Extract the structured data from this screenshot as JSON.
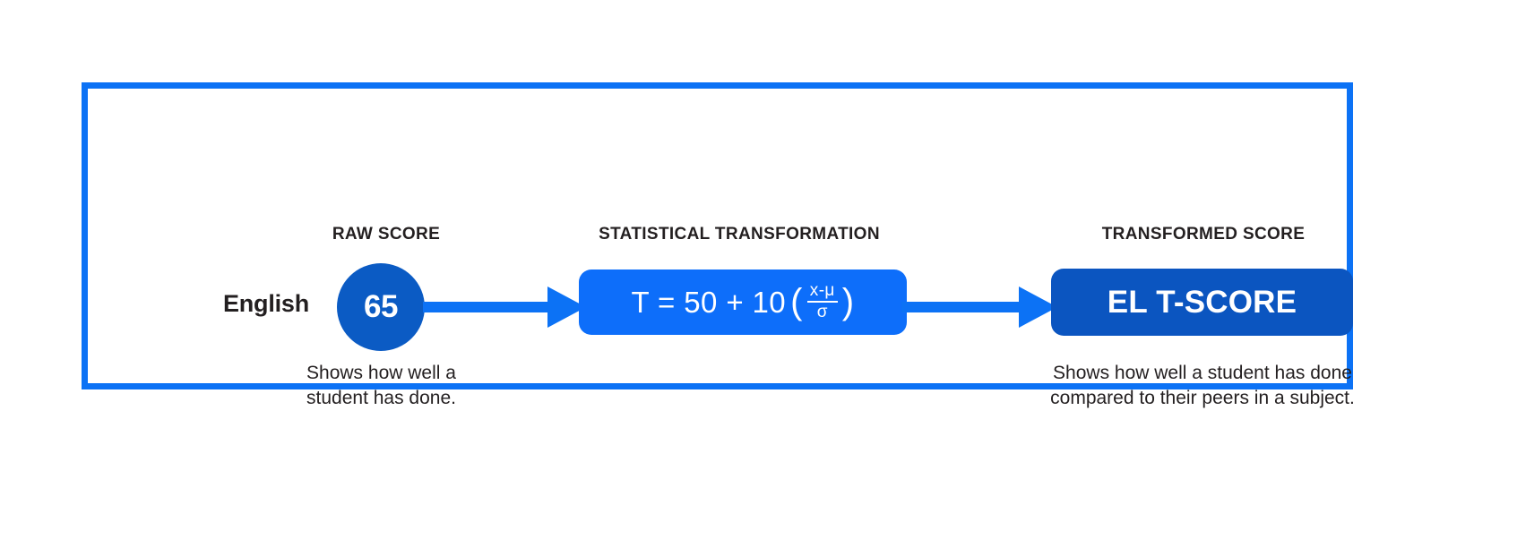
{
  "diagram": {
    "subject_label": "English",
    "headers": {
      "raw": "RAW SCORE",
      "statistical": "STATISTICAL TRANSFORMATION",
      "transformed": "TRANSFORMED SCORE"
    },
    "raw_score": {
      "value": "65",
      "caption": "Shows how well a student has done."
    },
    "formula": {
      "lead": "T = 50 + 10",
      "open_paren": "(",
      "numerator": "x-μ",
      "denominator": "σ",
      "close_paren": ")",
      "full_text": "T = 50 + 10 ( (x-μ) / σ )"
    },
    "transformed_score": {
      "label": "EL T-SCORE",
      "caption": "Shows how well a student has done compared to their peers in a subject."
    },
    "colors": {
      "frame_border": "#0c72f5",
      "arrow": "#0c72f5",
      "raw_circle": "#0b5bc4",
      "formula_box": "#0d6efa",
      "tscore_box": "#0b55c0",
      "text_dark": "#231f20",
      "background": "#ffffff"
    }
  }
}
